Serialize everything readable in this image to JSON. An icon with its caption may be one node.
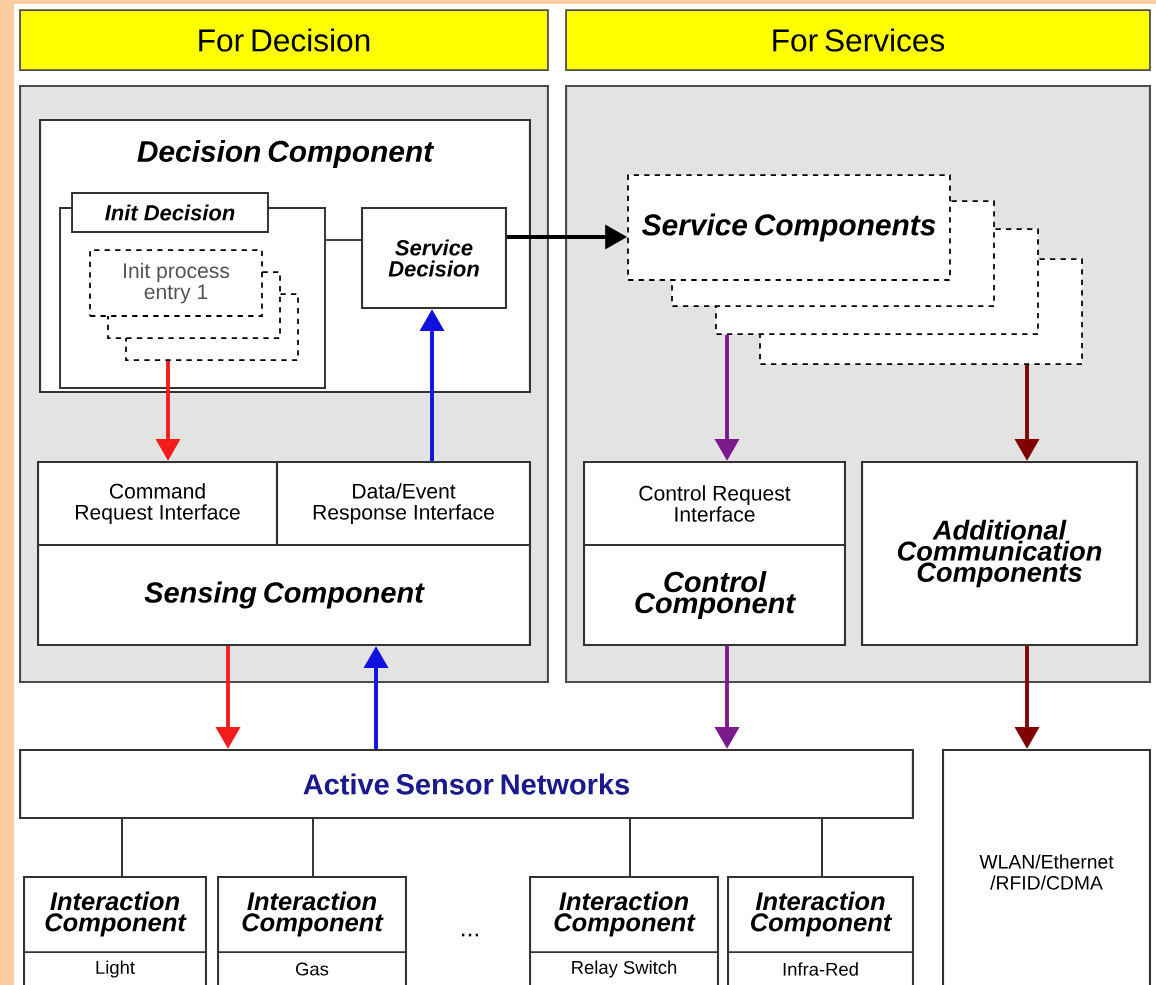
{
  "diagram": {
    "nodes": [
      {
        "text": [
          "For Decision"
        ]
      },
      {
        "text": [
          "For Services"
        ]
      },
      {
        "text": [],
        "shape": "box"
      },
      {
        "text": [
          "Decision Component"
        ],
        "in": 2
      },
      {
        "text": [
          "Init Decision"
        ],
        "in": 3
      },
      {
        "text": [
          "Init process entry 1"
        ],
        "in": 4
      },
      {
        "text": [
          "Service Decision"
        ],
        "in": 3
      },
      {
        "text": [],
        "shape": "box"
      },
      {
        "text": [
          "Service Components"
        ],
        "in": 7
      },
      {
        "text": [
          "Command Request Interface"
        ],
        "in": 2
      },
      {
        "text": [
          "Data/Event Response Interface"
        ],
        "in": 2
      },
      {
        "text": [
          "Sensing Component"
        ],
        "in": 2
      },
      {
        "text": [
          "Control Request Interface"
        ],
        "in": 7
      },
      {
        "text": [
          "Control Component"
        ],
        "in": 7
      },
      {
        "text": [
          "Additional Communication Components"
        ],
        "in": 7
      },
      {
        "text": [
          "Active Sensor Networks"
        ]
      },
      {
        "text": [
          "WLAN/Ethernet /RFID/CDMA"
        ]
      },
      {
        "text": [
          "Interaction Component",
          "Light"
        ]
      },
      {
        "text": [
          "Interaction Component",
          "Gas"
        ]
      },
      {
        "text": [
          "Interaction Component",
          "Relay Switch"
        ]
      },
      {
        "text": [
          "Interaction Component",
          "Infra-Red"
        ]
      }
    ],
    "edges": [
      {
        "from": 4,
        "to": 6,
        "arrow": "none"
      },
      {
        "from": 6,
        "to": 8,
        "arrow": "to"
      },
      {
        "from": 5,
        "to": 9,
        "arrow": "to",
        "color": "#f21c1c"
      },
      {
        "from": 10,
        "to": 6,
        "arrow": "to",
        "color": "#1010e0"
      },
      {
        "from": 8,
        "to": 12,
        "arrow": "to",
        "color": "#7a1a8c"
      },
      {
        "from": 8,
        "to": 14,
        "arrow": "to",
        "color": "#800000"
      },
      {
        "from": 11,
        "to": 15,
        "arrow": "to",
        "color": "#f21c1c"
      },
      {
        "from": 15,
        "to": 11,
        "arrow": "to",
        "color": "#1010e0"
      },
      {
        "from": 13,
        "to": 15,
        "arrow": "to",
        "color": "#7a1a8c"
      },
      {
        "from": 14,
        "to": 16,
        "arrow": "to",
        "color": "#800000"
      },
      {
        "from": 15,
        "to": 17,
        "arrow": "none"
      },
      {
        "from": 15,
        "to": 18,
        "arrow": "none"
      },
      {
        "from": 15,
        "to": 19,
        "arrow": "none"
      },
      {
        "from": 15,
        "to": 20,
        "arrow": "none"
      }
    ],
    "labels": [
      "..."
    ]
  }
}
